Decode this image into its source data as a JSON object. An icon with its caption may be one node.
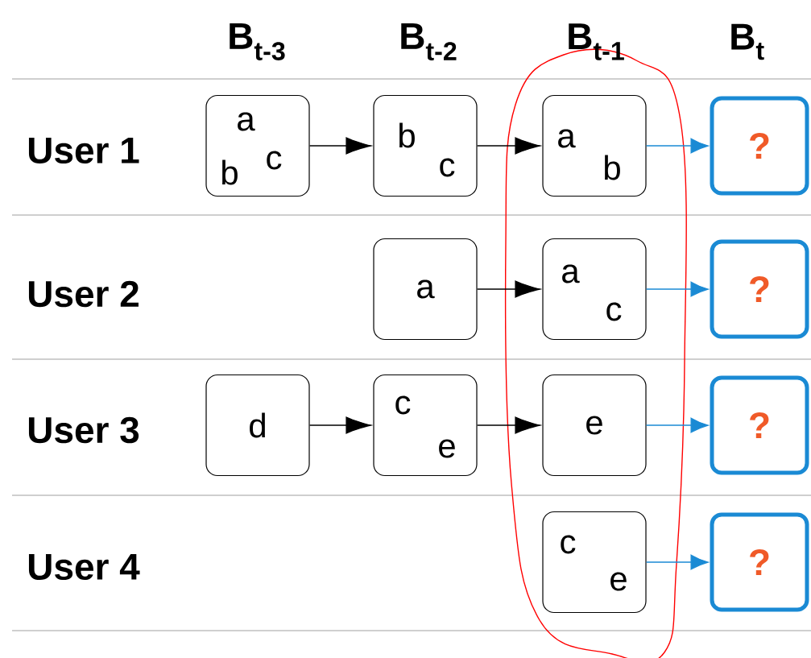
{
  "diagram": {
    "nodes": [
      {
        "text": [
          "a",
          "b",
          "c"
        ]
      },
      {
        "text": [
          "b",
          "c"
        ]
      },
      {
        "text": [
          "a",
          "b"
        ]
      },
      {
        "text": [
          "?"
        ]
      },
      {
        "text": [
          "a"
        ]
      },
      {
        "text": [
          "a",
          "c"
        ]
      },
      {
        "text": [
          "?"
        ]
      },
      {
        "text": [
          "d"
        ]
      },
      {
        "text": [
          "c",
          "e"
        ]
      },
      {
        "text": [
          "e"
        ]
      },
      {
        "text": [
          "?"
        ]
      },
      {
        "text": [
          "c",
          "e"
        ]
      },
      {
        "text": [
          "?"
        ]
      }
    ],
    "edges": [
      {
        "from": 0,
        "to": 1,
        "arrow": "to"
      },
      {
        "from": 1,
        "to": 2,
        "arrow": "to"
      },
      {
        "from": 2,
        "to": 3,
        "arrow": "to",
        "color": "#1a8ad4"
      },
      {
        "from": 4,
        "to": 5,
        "arrow": "to"
      },
      {
        "from": 5,
        "to": 6,
        "arrow": "to",
        "color": "#1a8ad4"
      },
      {
        "from": 7,
        "to": 8,
        "arrow": "to"
      },
      {
        "from": 8,
        "to": 9,
        "arrow": "to"
      },
      {
        "from": 9,
        "to": 10,
        "arrow": "to",
        "color": "#1a8ad4"
      },
      {
        "from": 11,
        "to": 12,
        "arrow": "to",
        "color": "#1a8ad4"
      }
    ],
    "labels": [
      "B$_{t-3}$",
      "B$_{t-2}$",
      "B$_{t-1}$",
      "B$_{t}$",
      "User 1",
      "User 2",
      "User 3",
      "User 4"
    ]
  }
}
